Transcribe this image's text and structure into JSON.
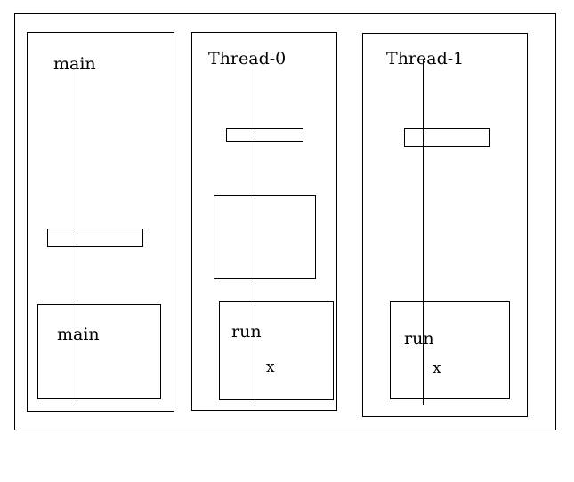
{
  "columns": [
    {
      "title": "main",
      "frames": [
        {
          "label": "",
          "var": ""
        },
        {
          "label": "main",
          "var": ""
        }
      ]
    },
    {
      "title": "Thread-0",
      "frames": [
        {
          "label": "",
          "var": ""
        },
        {
          "label": "",
          "var": ""
        },
        {
          "label": "run",
          "var": "x"
        }
      ]
    },
    {
      "title": "Thread-1",
      "frames": [
        {
          "label": "",
          "var": ""
        },
        {
          "label": "run",
          "var": "x"
        }
      ]
    }
  ]
}
